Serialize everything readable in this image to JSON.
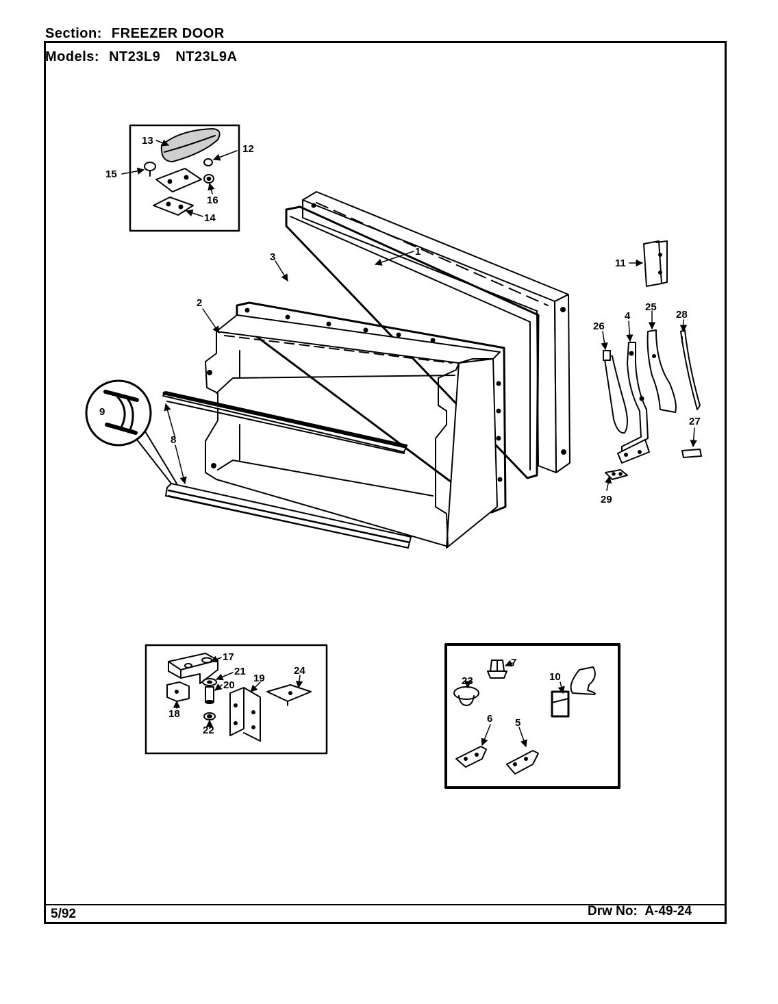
{
  "header": {
    "section_label": "Section:",
    "section_value": "FREEZER DOOR",
    "models_label": "Models:",
    "model_1": "NT23L9",
    "model_2": "NT23L9A"
  },
  "footer": {
    "date": "5/92",
    "drawing_label": "Drw No:",
    "drawing_number": "A-49-24"
  },
  "callouts": {
    "c1": "1",
    "c2": "2",
    "c3": "3",
    "c4": "4",
    "c5": "5",
    "c6": "6",
    "c7": "7",
    "c8": "8",
    "c9": "9",
    "c10": "10",
    "c11": "11",
    "c12": "12",
    "c13": "13",
    "c14": "14",
    "c15": "15",
    "c16": "16",
    "c17": "17",
    "c18": "18",
    "c19": "19",
    "c20": "20",
    "c21": "21",
    "c22": "22",
    "c23": "23",
    "c24": "24",
    "c25": "25",
    "c26": "26",
    "c27": "27",
    "c28": "28",
    "c29": "29"
  }
}
